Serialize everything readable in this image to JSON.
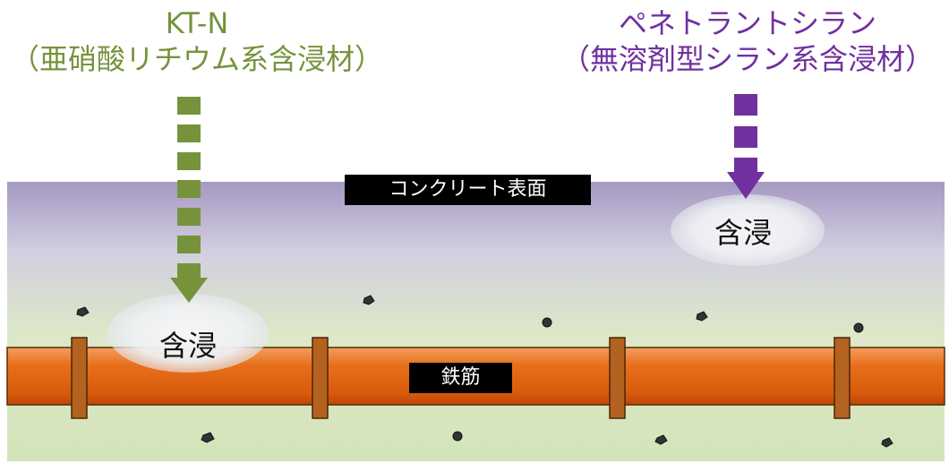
{
  "left_agent": {
    "name": "KT-N",
    "type": "（亜硝酸リチウム系含浸材）",
    "color": "#76933c",
    "absorb_label": "含浸"
  },
  "right_agent": {
    "name": "ペネトラントシラン",
    "type": "（無溶剤型シラン系含浸材）",
    "color": "#7030a0",
    "absorb_label": "含浸"
  },
  "concrete_surface_label": "コンクリート表面",
  "rebar_label": "鉄筋",
  "colors": {
    "concrete_top": "#a89cc4",
    "concrete_bottom": "#d8e8c0",
    "rebar": "#e86a14",
    "rebar_band": "#b0601f",
    "aggregate": "#333333"
  },
  "icons": [
    "down-arrow-icon",
    "aggregate-particle-icon"
  ]
}
